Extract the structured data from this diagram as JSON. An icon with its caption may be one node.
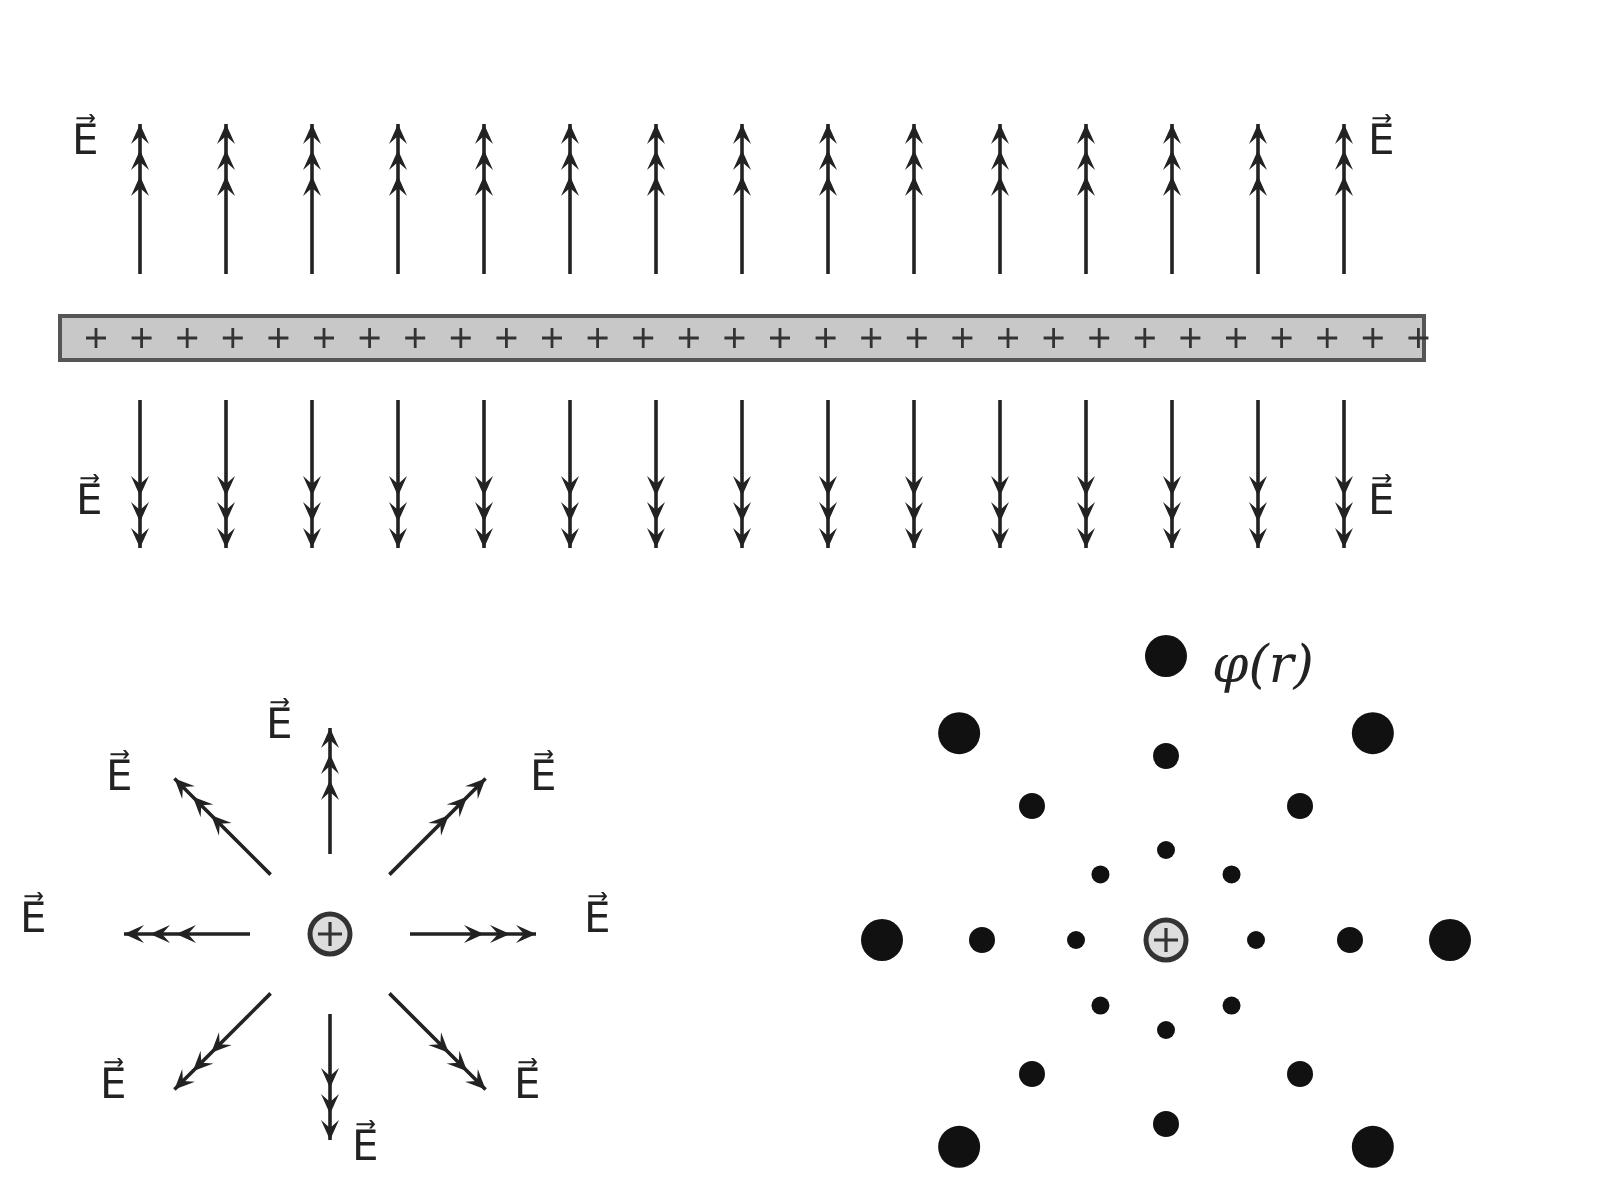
{
  "diagram": {
    "labels": [
      "E⃗",
      "E⃗",
      "E⃗",
      "E⃗",
      "E⃗",
      "E⃗",
      "E⃗",
      "E⃗",
      "E⃗",
      "E⃗",
      "E⃗",
      "E⃗",
      "φ(r)"
    ]
  }
}
